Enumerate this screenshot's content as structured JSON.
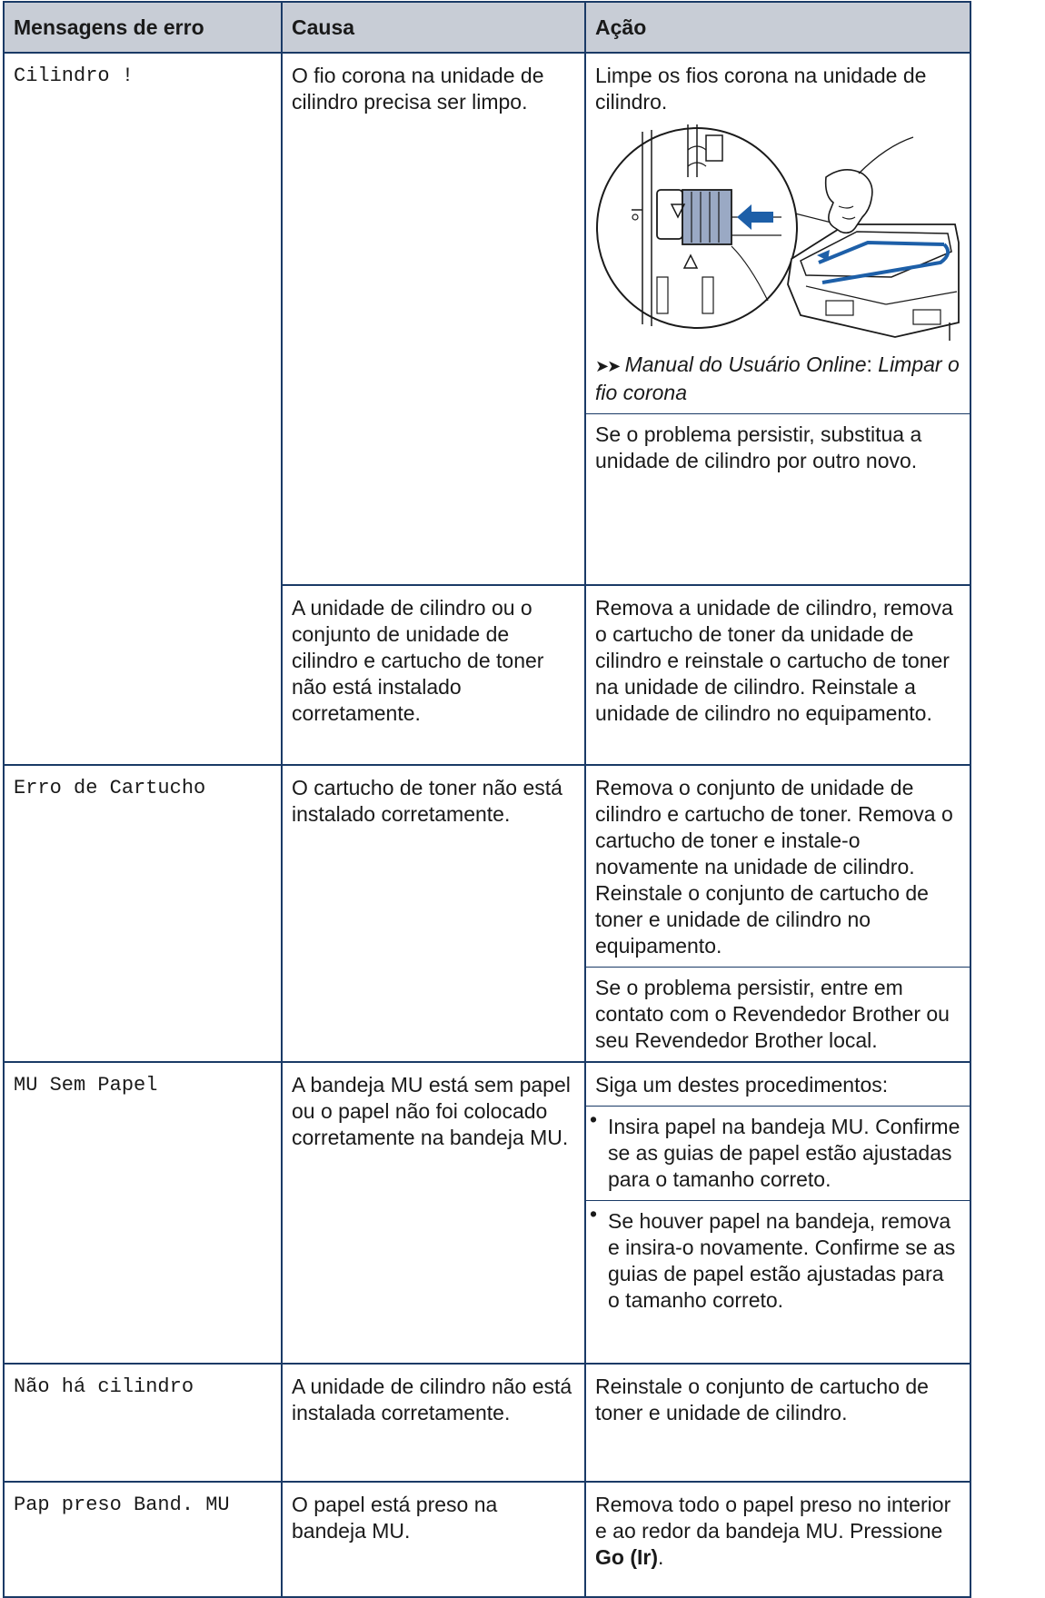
{
  "table": {
    "headers": [
      "Mensagens de erro",
      "Causa",
      "Ação"
    ],
    "rows": [
      {
        "message": "Cilindro !",
        "entries": [
          {
            "cause": "O fio corona na unidade de cilindro precisa ser limpo.",
            "action_intro": "Limpe os fios corona na unidade de cilindro.",
            "ref_arrows": "➤➤",
            "ref_manual": "Manual do Usuário Online",
            "ref_sep": ":",
            "ref_topic": "Limpar o fio corona",
            "action_followup": "Se o problema persistir, substitua a unidade de cilindro por outro novo."
          },
          {
            "cause": "A unidade de cilindro ou o conjunto de unidade de cilindro e cartucho de toner não está instalado corretamente.",
            "action": "Remova a unidade de cilindro, remova o cartucho de toner da unidade de cilindro e reinstale o cartucho de toner na unidade de cilindro. Reinstale a unidade de cilindro no equipamento."
          }
        ]
      },
      {
        "message": "Erro de Cartucho",
        "cause": "O cartucho de toner não está instalado corretamente.",
        "action": "Remova o conjunto de unidade de cilindro e cartucho de toner. Remova o cartucho de toner e instale-o novamente na unidade de cilindro. Reinstale o conjunto de cartucho de toner e unidade de cilindro no equipamento.",
        "action_followup": "Se o problema persistir, entre em contato com o Revendedor Brother ou seu Revendedor Brother local."
      },
      {
        "message": "MU Sem Papel",
        "cause": "A bandeja MU está sem papel ou o papel não foi colocado corretamente na bandeja MU.",
        "action_intro": "Siga um destes procedimentos:",
        "bullet_symbol": "•",
        "bullets": [
          "Insira papel na bandeja MU. Confirme se as guias de papel estão ajustadas para o tamanho correto.",
          "Se houver papel na bandeja, remova e insira-o novamente. Confirme se as guias de papel estão ajustadas para o tamanho correto."
        ]
      },
      {
        "message": "Não há cilindro",
        "cause": "A unidade de cilindro não está instalada corretamente.",
        "action": "Reinstale o conjunto de cartucho de toner e unidade de cilindro."
      },
      {
        "message": "Pap preso Band. MU",
        "cause": "O papel está preso na bandeja MU.",
        "action_text": "Remova todo o papel preso no interior e ao redor da bandeja MU. Pressione ",
        "action_key": "Go (Ir)",
        "action_end": "."
      }
    ]
  },
  "colors": {
    "border": "#1a3a66",
    "header_bg": "#c8cdd6",
    "illustration_arrow": "#1d5fa8"
  }
}
